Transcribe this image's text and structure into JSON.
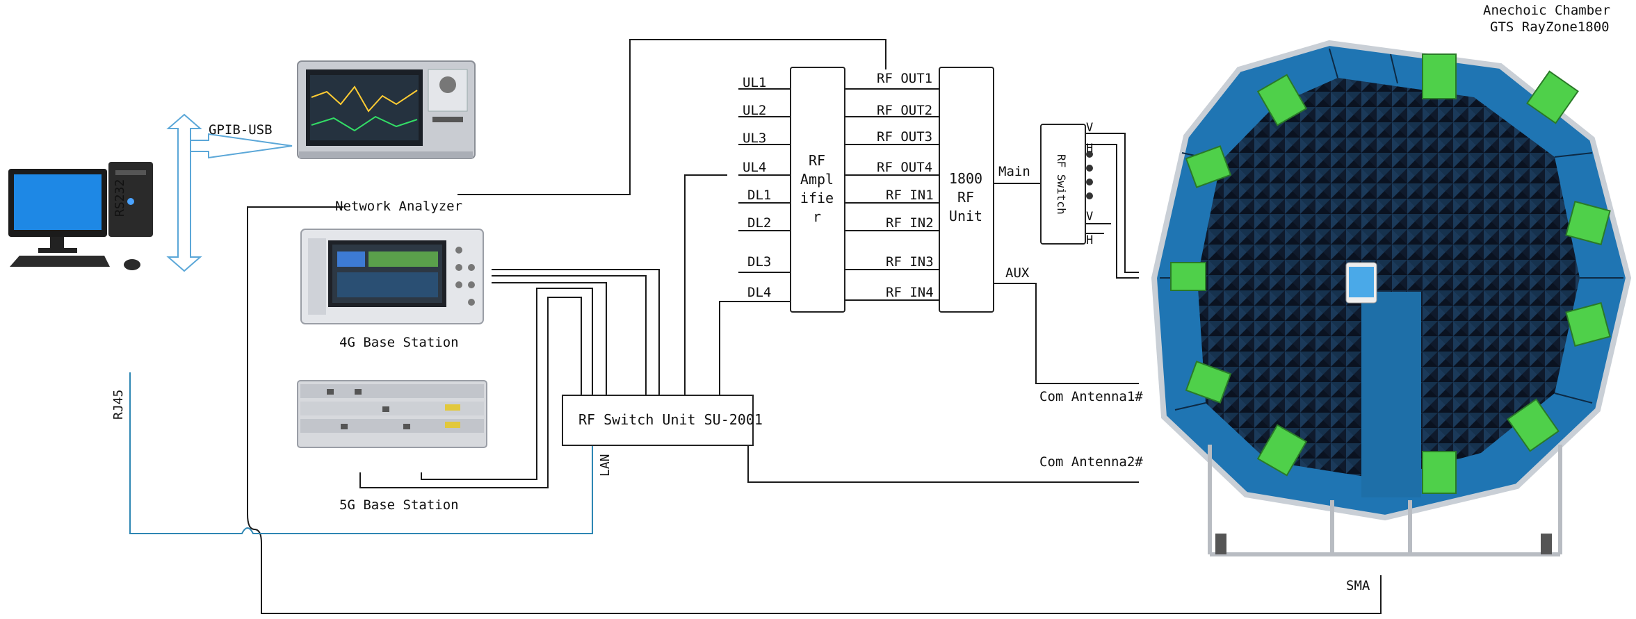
{
  "chamber": {
    "line1": "Anechoic Chamber",
    "line2": "GTS RayZone1800"
  },
  "devices": {
    "network_analyzer": "Network Analyzer",
    "base_4g": "4G Base Station",
    "base_5g": "5G Base Station"
  },
  "interfaces": {
    "rs232": "RS232",
    "gpib": "GPIB-USB",
    "rj45": "RJ45",
    "lan": "LAN",
    "sma": "SMA"
  },
  "amplifier": {
    "title_lines": [
      "RF",
      "Ampl",
      "ifie",
      "r"
    ],
    "inputs": [
      "UL1",
      "UL2",
      "UL3",
      "UL4",
      "DL1",
      "DL2",
      "DL3",
      "DL4"
    ]
  },
  "rf_unit": {
    "title_lines": [
      "1800",
      "RF",
      "Unit"
    ],
    "ports": [
      "RF OUT1",
      "RF OUT2",
      "RF OUT3",
      "RF OUT4",
      "RF IN1",
      "RF IN2",
      "RF IN3",
      "RF IN4"
    ],
    "main": "Main",
    "aux": "AUX"
  },
  "rf_switch": {
    "label": "RF Switch",
    "ports": [
      "V",
      "H",
      "V",
      "H"
    ]
  },
  "switch_unit": {
    "label": "RF Switch Unit SU-2001"
  },
  "antennas": {
    "com1": "Com Antenna1#",
    "com2": "Com Antenna2#"
  },
  "colors": {
    "chamber_blue": "#1f75b3",
    "absorber_dark": "#0f1a2c",
    "probe_green": "#4fd04a",
    "lan_cable": "#2e86b3"
  }
}
